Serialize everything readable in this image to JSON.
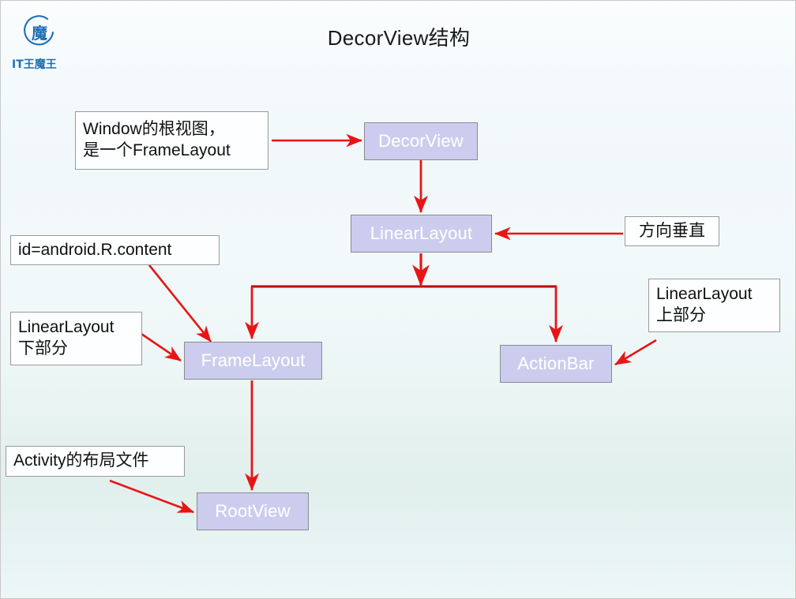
{
  "page": {
    "title": "DecorView结构",
    "background_top": "#fbfdfe",
    "background_bottom": "#ecf6f6",
    "border_color": "#c8c8c8"
  },
  "logo": {
    "mark_glyph": "魔",
    "brand_text": "IT王魔王",
    "color": "#1f6fb5"
  },
  "style": {
    "node_fill": "#ccccee",
    "node_border": "#8a8a93",
    "node_text": "#ffffff",
    "note_fill": "#fdfeff",
    "note_border": "#9a9a9a",
    "note_text": "#111111",
    "arrow_color": "#e81515",
    "connector_color": "#c00000"
  },
  "nodes": [
    {
      "id": "decorview",
      "label": "DecorView"
    },
    {
      "id": "linearlayout",
      "label": "LinearLayout"
    },
    {
      "id": "framelayout",
      "label": "FrameLayout"
    },
    {
      "id": "actionbar",
      "label": "ActionBar"
    },
    {
      "id": "rootview",
      "label": "RootView"
    }
  ],
  "notes": [
    {
      "id": "note-window-root",
      "lines": [
        "Window的根视图，",
        "是一个FrameLayout"
      ]
    },
    {
      "id": "note-direction",
      "lines": [
        "方向垂直"
      ]
    },
    {
      "id": "note-content-id",
      "lines": [
        "id=android.R.content"
      ]
    },
    {
      "id": "note-linearlayout-top",
      "lines": [
        "LinearLayout",
        "上部分"
      ]
    },
    {
      "id": "note-linearlayout-bottom",
      "lines": [
        "LinearLayout",
        "下部分"
      ]
    },
    {
      "id": "note-activity-layout",
      "lines": [
        "Activity的布局文件"
      ]
    }
  ]
}
